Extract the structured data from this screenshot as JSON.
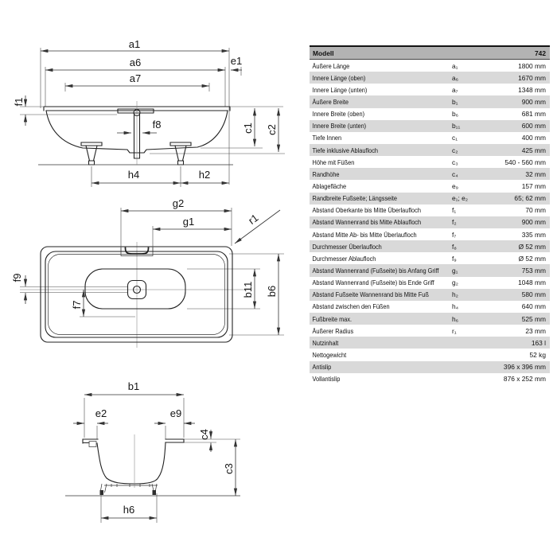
{
  "colors": {
    "background": "#ffffff",
    "line": "#222222",
    "dimension_line": "#333333",
    "table_header_bg": "#b3b3b3",
    "table_stripe_bg": "#d9d9d9",
    "text": "#111111"
  },
  "diagrams": {
    "side": {
      "a1": "a1",
      "a6": "a6",
      "a7": "a7",
      "e1": "e1",
      "f1": "f1",
      "f8": "f8",
      "c1": "c1",
      "c2": "c2",
      "h4": "h4",
      "h2": "h2"
    },
    "top": {
      "g2": "g2",
      "g1": "g1",
      "r1": "r1",
      "f9": "f9",
      "f7": "f7",
      "b11": "b11",
      "b6": "b6"
    },
    "front": {
      "b1": "b1",
      "e2": "e2",
      "e9": "e9",
      "c4": "c4",
      "c3": "c3",
      "h6": "h6"
    }
  },
  "table": {
    "header": {
      "label": "Modell",
      "value": "742"
    },
    "rows": [
      {
        "label": "Äußere Länge",
        "symbol": "a₁",
        "value": "1800 mm"
      },
      {
        "label": "Innere Länge (oben)",
        "symbol": "a₆",
        "value": "1670 mm"
      },
      {
        "label": "Innere Länge (unten)",
        "symbol": "a₇",
        "value": "1348 mm"
      },
      {
        "label": "Äußere Breite",
        "symbol": "b₁",
        "value": "900 mm"
      },
      {
        "label": "Innere Breite (oben)",
        "symbol": "b₆",
        "value": "681 mm"
      },
      {
        "label": "Innere Breite (unten)",
        "symbol": "b₁₁",
        "value": "600 mm"
      },
      {
        "label": "Tiefe Innen",
        "symbol": "c₁",
        "value": "400 mm"
      },
      {
        "label": "Tiefe inklusive Ablaufloch",
        "symbol": "c₂",
        "value": "425 mm"
      },
      {
        "label": "Höhe mit Füßen",
        "symbol": "c₃",
        "value": "540 - 560 mm"
      },
      {
        "label": "Randhöhe",
        "symbol": "c₄",
        "value": "32 mm"
      },
      {
        "label": "Ablagefläche",
        "symbol": "e₉",
        "value": "157 mm"
      },
      {
        "label": "Randbreite Fußseite; Längsseite",
        "symbol": "e₁; e₂",
        "value": "65; 62 mm"
      },
      {
        "label": "Abstand Oberkante bis Mitte Überlaufloch",
        "symbol": "f₁",
        "value": "70 mm"
      },
      {
        "label": "Abstand Wannenrand bis Mitte Ablaufloch",
        "symbol": "f₂",
        "value": "900 mm"
      },
      {
        "label": "Abstand Mitte Ab- bis Mitte Überlaufloch",
        "symbol": "f₇",
        "value": "335 mm"
      },
      {
        "label": "Durchmesser Überlaufloch",
        "symbol": "f₈",
        "value": "Ø 52 mm"
      },
      {
        "label": "Durchmesser Ablaufloch",
        "symbol": "f₉",
        "value": "Ø 52 mm"
      },
      {
        "label": "Abstand Wannenrand (Fußseite) bis Anfang Griff",
        "symbol": "g₁",
        "value": "753 mm"
      },
      {
        "label": "Abstand Wannenrand (Fußseite) bis Ende Griff",
        "symbol": "g₂",
        "value": "1048 mm"
      },
      {
        "label": "Abstand Fußseite Wannenrand bis Mitte Fuß",
        "symbol": "h₂",
        "value": "580 mm"
      },
      {
        "label": "Abstand zwischen den Füßen",
        "symbol": "h₄",
        "value": "640 mm"
      },
      {
        "label": "Fußbreite max.",
        "symbol": "h₆",
        "value": "525 mm"
      },
      {
        "label": "Äußerer Radius",
        "symbol": "r₁",
        "value": "23 mm"
      },
      {
        "label": "Nutzinhalt",
        "symbol": "",
        "value": "163 l"
      },
      {
        "label": "Nettogewicht",
        "symbol": "",
        "value": "52 kg"
      },
      {
        "label": "Antislip",
        "symbol": "",
        "value": "396 x 396 mm"
      },
      {
        "label": "Vollantislip",
        "symbol": "",
        "value": "876 x 252 mm"
      }
    ]
  }
}
